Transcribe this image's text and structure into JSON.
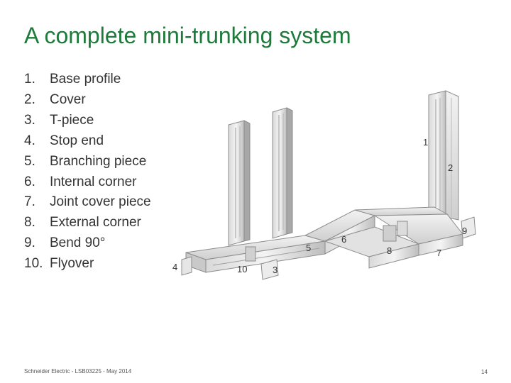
{
  "slide": {
    "title": "A complete mini-trunking system",
    "items": [
      {
        "number": "1.",
        "label": "Base profile"
      },
      {
        "number": "2.",
        "label": "Cover"
      },
      {
        "number": "3.",
        "label": "T-piece"
      },
      {
        "number": "4.",
        "label": "Stop end"
      },
      {
        "number": "5.",
        "label": "Branching piece"
      },
      {
        "number": "6.",
        "label": "Internal corner"
      },
      {
        "number": "7.",
        "label": "Joint cover piece"
      },
      {
        "number": "8.",
        "label": "External corner"
      },
      {
        "number": "9.",
        "label": "Bend 90°"
      },
      {
        "number": "10.",
        "label": "Flyover"
      }
    ],
    "callouts": [
      "1",
      "2",
      "4",
      "10",
      "3",
      "5",
      "6",
      "8",
      "7",
      "9"
    ],
    "footer": "Schneider Electric - LSB03225 - May 2014",
    "page_number": "14"
  },
  "colors": {
    "title": "#1e7a3a",
    "text": "#333333",
    "trunking_light": "#e6e6e6",
    "trunking_dark": "#8c8c8c"
  }
}
